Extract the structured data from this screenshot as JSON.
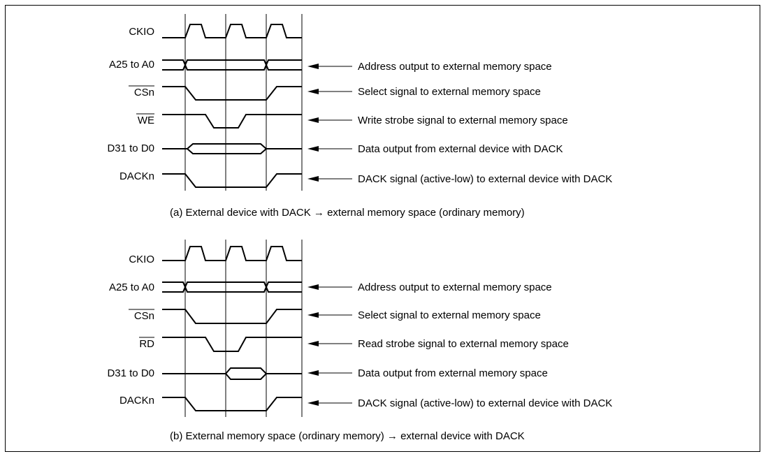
{
  "diagrams": [
    {
      "signals": [
        {
          "label": "CKIO",
          "bar": false,
          "arrow_text": ""
        },
        {
          "label": "A25 to A0",
          "bar": false,
          "arrow_text": "Address output to external memory space"
        },
        {
          "label": "CSn",
          "bar": true,
          "arrow_text": "Select signal to external memory space"
        },
        {
          "label": "WE",
          "bar": true,
          "arrow_text": "Write strobe signal to external memory space"
        },
        {
          "label": "D31 to D0",
          "bar": false,
          "arrow_text": "Data output from external device with DACK"
        },
        {
          "label": "DACKn",
          "bar": false,
          "arrow_text": "DACK signal (active-low) to external device with DACK"
        }
      ],
      "caption": "(a)  External device with DACK → external memory space (ordinary memory)"
    },
    {
      "signals": [
        {
          "label": "CKIO",
          "bar": false,
          "arrow_text": ""
        },
        {
          "label": "A25 to A0",
          "bar": false,
          "arrow_text": "Address output to external memory space"
        },
        {
          "label": "CSn",
          "bar": true,
          "arrow_text": "Select signal to external memory space"
        },
        {
          "label": "RD",
          "bar": true,
          "arrow_text": "Read strobe signal to external memory space"
        },
        {
          "label": "D31 to D0",
          "bar": false,
          "arrow_text": "Data output from external memory space"
        },
        {
          "label": "DACKn",
          "bar": false,
          "arrow_text": "DACK signal (active-low) to external device with DACK"
        }
      ],
      "caption": "(b)  External memory space (ordinary memory) → external device with DACK"
    }
  ]
}
